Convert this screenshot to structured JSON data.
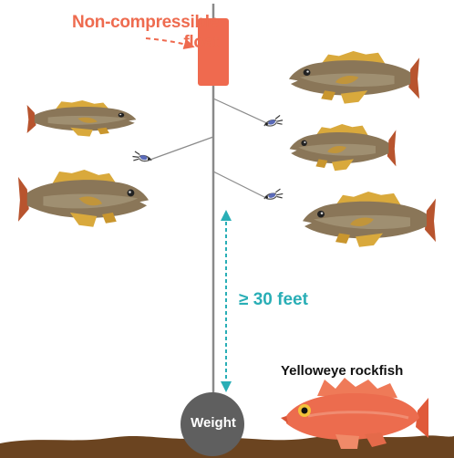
{
  "labels": {
    "float": [
      "Non-compressible",
      "float"
    ],
    "depth": "≥ 30 feet",
    "species": "Yelloweye rockfish",
    "weight": "Weight"
  },
  "colors": {
    "float": "#ef6a4f",
    "depth_arrow": "#29aeb6",
    "weight": "#5f5f5f",
    "seabed": "#6b4420",
    "line": "#8a8a8a",
    "yelloweye": "#ec6c4e",
    "rockfish_body": "#8a7658",
    "rockfish_fin": "#d9a93c"
  },
  "icons": {
    "fish": "rockfish-icon",
    "hook": "fishing-lure-icon",
    "weight": "weight-icon"
  }
}
